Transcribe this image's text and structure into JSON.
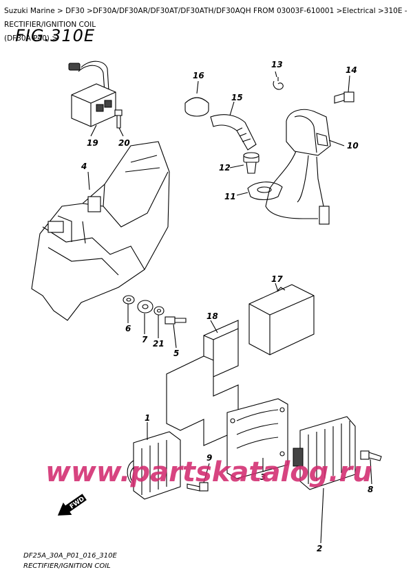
{
  "breadcrumb": {
    "line1": "Suzuki Marine > DF30 >DF30A/DF30AR/DF30AT/DF30ATH/DF30AQH FROM 03003F-610001 >Electrical >310E - RECTIFIER/IGNITION COIL",
    "line2": "(DF30A P40) >"
  },
  "figure": {
    "title": "FIG.310E",
    "fwd_label": "FWD",
    "footer_code": "DF25A_30A_P01_016_310E",
    "footer_name": "RECTIFIER/IGNITION COIL"
  },
  "watermark": "www.partskatalog.ru",
  "callouts": {
    "c1": "1",
    "c2": "2",
    "c3": "3",
    "c4": "4",
    "c5": "5",
    "c6": "6",
    "c7": "7",
    "c8": "8",
    "c9": "9",
    "c10": "10",
    "c11": "11",
    "c12": "12",
    "c13": "13",
    "c14": "14",
    "c15": "15",
    "c16": "16",
    "c17": "17",
    "c18": "18",
    "c19": "19",
    "c20": "20",
    "c21": "21"
  }
}
